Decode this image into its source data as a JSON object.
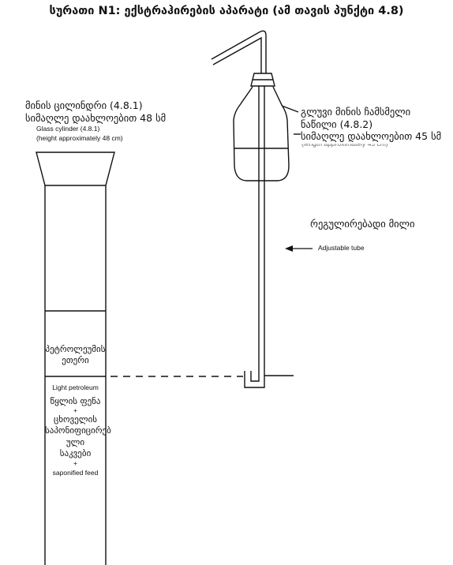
{
  "title": "სურათი N1: ექსტრაჰირების აპარატი (ამ თავის პუნქტი 4.8)",
  "cylinder": {
    "label_geo_line1": "მინის ცილინდრი (4.8.1)",
    "label_geo_line2": "სიმაღლე დაახლოებით 48 სმ",
    "label_eng_line1": "Glass cylinder (4.8.1)",
    "label_eng_line2": "(height approximately 48 cm)"
  },
  "blower": {
    "label_geo_line1": "გლუვი მინის ჩამსმელი",
    "label_geo_line2": "ნაწილი  (4.8.2)",
    "label_geo_line3": "სიმაღლე დაახლოებით 45 სმ",
    "label_eng_partial": "(length approximately 45 cm)"
  },
  "tube": {
    "label_geo": "რეგულირებადი მილი",
    "label_eng": "Adjustable tube"
  },
  "layers": {
    "upper_geo_line1": "პეტროლეუმის",
    "upper_geo_line2": "ეთერი",
    "upper_eng": "Light petroleum",
    "lower_geo_line1": "წყლის ფენა",
    "plus1": "+",
    "lower_geo_line2": "ცხოველის",
    "lower_geo_line3": "საპონიფიცირებ",
    "lower_geo_line4": "ული",
    "lower_geo_line5": "საკვები",
    "plus2": "+",
    "lower_eng": "saponified feed"
  }
}
